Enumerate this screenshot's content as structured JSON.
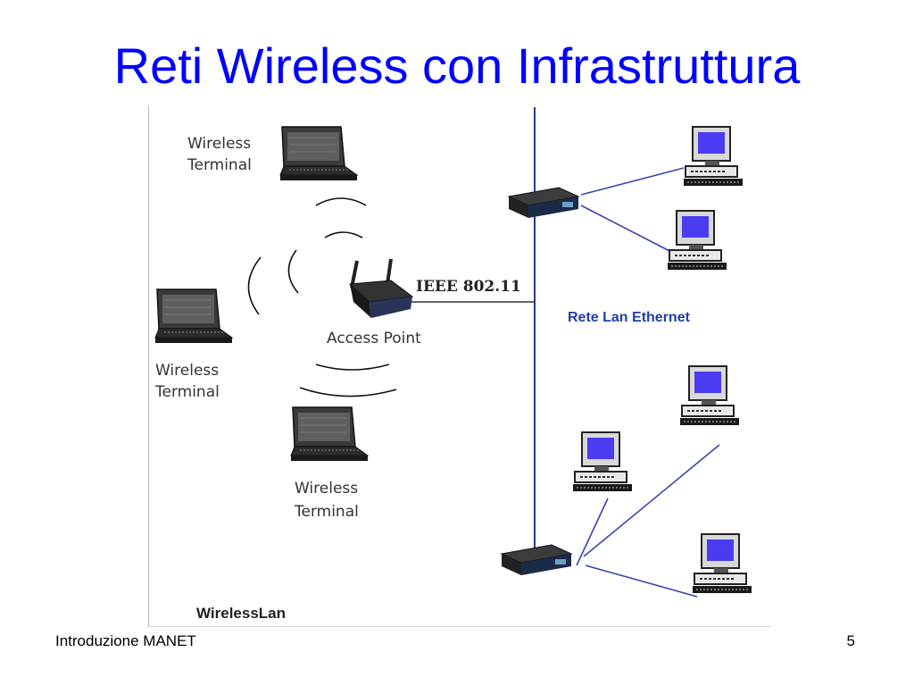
{
  "slide": {
    "title": "Reti Wireless con Infrastruttura",
    "footer_left": "Introduzione MANET",
    "page_number": "5"
  },
  "diagram": {
    "terminals": [
      {
        "line1": "Wireless",
        "line2": "Terminal"
      },
      {
        "line1": "Wireless",
        "line2": "Terminal"
      },
      {
        "line1": "Wireless",
        "line2": "Terminal"
      }
    ],
    "access_point_label": "Access Point",
    "link_label": "IEEE 802.11",
    "lan_label": "Rete Lan Ethernet",
    "wlan_label": "WirelessLan",
    "colors": {
      "title": "#0000ff",
      "network_line": "#2a3a9a",
      "monitor_screen": "#4a3cf0",
      "lan_label": "#1f3fa8"
    }
  }
}
